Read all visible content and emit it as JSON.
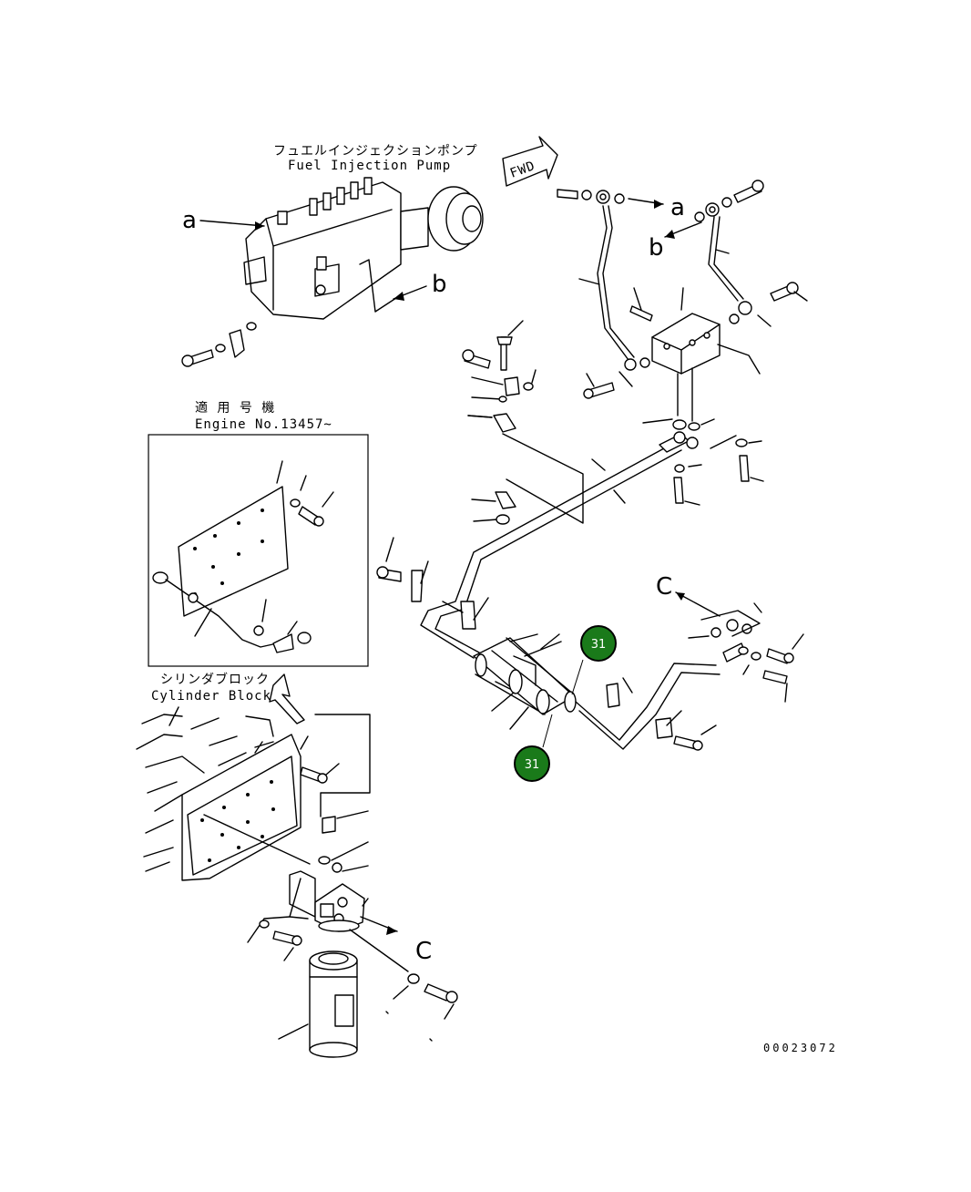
{
  "labels": {
    "fuel_pump_jp": "フュエルインジェクションポンプ",
    "fuel_pump_en": "Fuel Injection Pump",
    "fwd": "FWD",
    "serial_jp": "適 用 号 機",
    "serial_en": "Engine No.13457~",
    "cylinder_jp": "シリンダブロック",
    "cylinder_en": "Cylinder Block",
    "drawing_code": "00023072"
  },
  "refs": {
    "a": "a",
    "b": "b",
    "c": "C"
  },
  "callouts": [
    {
      "number": "31"
    },
    {
      "number": "31"
    }
  ],
  "colors": {
    "callout_fill": "#1a7a1a",
    "callout_border": "#000000",
    "line": "#000000"
  }
}
